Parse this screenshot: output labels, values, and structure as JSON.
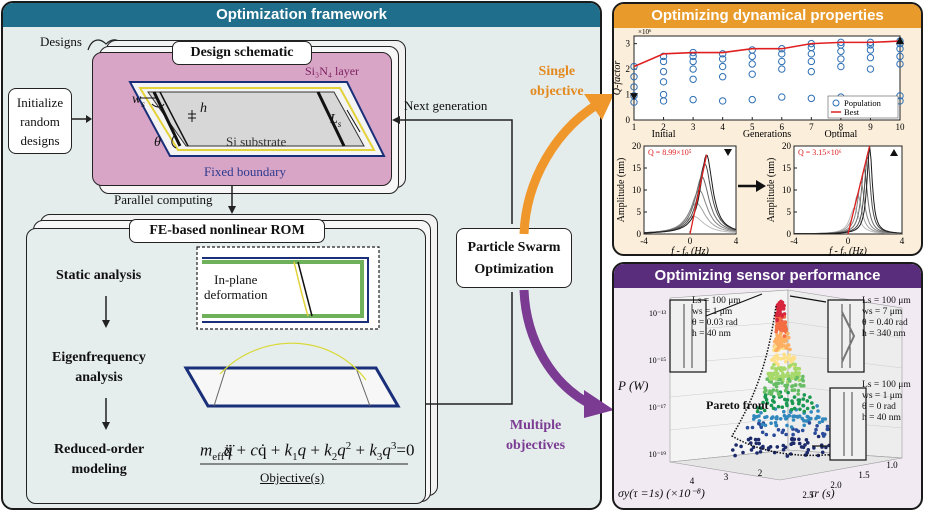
{
  "framework": {
    "title": "Optimization framework",
    "designs_label": "Designs",
    "init_box": [
      "Initialize",
      "random",
      "designs"
    ],
    "design_schematic": {
      "title": "Design schematic",
      "layer_label": "Si₃N₄ layer",
      "substrate_label": "Si substrate",
      "boundary_label": "Fixed boundary",
      "ws_label": "w",
      "ws_sub": "s",
      "h_label": "h",
      "ls_label": "L",
      "ls_sub": "s",
      "theta_label": "θ"
    },
    "next_generation": "Next generation",
    "parallel_computing": "Parallel computing",
    "rom": {
      "title": "FE-based nonlinear ROM",
      "step1": "Static analysis",
      "step2_line1": "Eigenfrequency",
      "step2_line2": "analysis",
      "step3_line1": "Reduced-order",
      "step3_line2": "modeling",
      "deformation_line1": "In-plane",
      "deformation_line2": "deformation",
      "objective_label": "Objective(s)"
    },
    "pso_line1": "Particle Swarm",
    "pso_line2": "Optimization",
    "single_line1": "Single",
    "single_line2": "objective",
    "multiple_line1": "Multiple",
    "multiple_line2": "objectives"
  },
  "dynamics": {
    "title": "Optimizing dynamical properties",
    "legend_population": "Population",
    "legend_best": "Best",
    "axis_note_initial": "Initial",
    "axis_note_optimal": "Optimal",
    "xlabel": "Generations",
    "ylabel": "Q-factor",
    "yscale": "×10⁶",
    "amp_ylabel": "Amplitude (nm)",
    "amp_xlabel": "f - f₀ (Hz)",
    "q_initial": "Q = 8.99×10⁵",
    "q_optimal": "Q = 3.15×10⁶"
  },
  "sensor": {
    "title": "Optimizing sensor performance",
    "ylabel": "P (W)",
    "xlabel": "σy(τ =1s) (×10⁻⁸)",
    "zlabel": "τr (s)",
    "pareto_label": "Pareto front",
    "design_a": [
      "Ls = 100 μm",
      "ws = 1 μm",
      "θ = 0.03 rad",
      "h = 40 nm"
    ],
    "design_b": [
      "Ls = 100 μm",
      "ws = 7 μm",
      "θ = 0.40 rad",
      "h = 340 nm"
    ],
    "design_c": [
      "Ls = 100 μm",
      "ws = 1 μm",
      "θ = 0 rad",
      "h = 40 nm"
    ],
    "yticks": [
      "10⁻¹³",
      "10⁻¹⁵",
      "10⁻¹⁷",
      "10⁻¹⁹"
    ],
    "xticks": [
      "4",
      "3",
      "2"
    ],
    "zticks": [
      "2.5",
      "2.0",
      "1.5",
      "1.0"
    ]
  },
  "chart_data": [
    {
      "type": "scatter",
      "title": "",
      "xlabel": "Generations",
      "ylabel": "Q-factor (×10⁶)",
      "xlim": [
        1,
        10
      ],
      "ylim": [
        0,
        3.3
      ],
      "x": [
        1,
        2,
        3,
        4,
        5,
        6,
        7,
        8,
        9,
        10
      ],
      "series": [
        {
          "name": "Population",
          "points": [
            [
              1,
              0.7
            ],
            [
              1,
              0.95
            ],
            [
              1,
              1.3
            ],
            [
              1,
              1.7
            ],
            [
              1,
              2.1
            ],
            [
              2,
              0.75
            ],
            [
              2,
              1.0
            ],
            [
              2,
              1.5
            ],
            [
              2,
              1.9
            ],
            [
              2,
              2.3
            ],
            [
              2,
              2.5
            ],
            [
              3,
              0.8
            ],
            [
              3,
              1.6
            ],
            [
              3,
              2.0
            ],
            [
              3,
              2.3
            ],
            [
              3,
              2.5
            ],
            [
              3,
              2.65
            ],
            [
              4,
              0.75
            ],
            [
              4,
              1.7
            ],
            [
              4,
              2.1
            ],
            [
              4,
              2.4
            ],
            [
              4,
              2.6
            ],
            [
              5,
              0.8
            ],
            [
              5,
              1.8
            ],
            [
              5,
              2.2
            ],
            [
              5,
              2.5
            ],
            [
              5,
              2.75
            ],
            [
              6,
              0.9
            ],
            [
              6,
              2.0
            ],
            [
              6,
              2.3
            ],
            [
              6,
              2.6
            ],
            [
              6,
              2.8
            ],
            [
              7,
              0.85
            ],
            [
              7,
              1.9
            ],
            [
              7,
              2.3
            ],
            [
              7,
              2.6
            ],
            [
              7,
              2.85
            ],
            [
              7,
              3.0
            ],
            [
              8,
              0.9
            ],
            [
              8,
              2.1
            ],
            [
              8,
              2.4
            ],
            [
              8,
              2.7
            ],
            [
              8,
              2.95
            ],
            [
              8,
              3.05
            ],
            [
              9,
              0.8
            ],
            [
              9,
              2.0
            ],
            [
              9,
              2.45
            ],
            [
              9,
              2.75
            ],
            [
              9,
              2.95
            ],
            [
              9,
              3.05
            ],
            [
              10,
              0.75
            ],
            [
              10,
              0.95
            ],
            [
              10,
              2.2
            ],
            [
              10,
              2.5
            ],
            [
              10,
              2.8
            ],
            [
              10,
              3.0
            ],
            [
              10,
              3.1
            ]
          ]
        },
        {
          "name": "Best",
          "values": [
            2.1,
            2.6,
            2.65,
            2.65,
            2.8,
            2.8,
            3.0,
            3.05,
            3.05,
            3.1
          ]
        }
      ],
      "xticks": [
        1,
        2,
        3,
        4,
        5,
        6,
        7,
        8,
        9,
        10
      ],
      "yticks": [
        0,
        1,
        2,
        3
      ]
    },
    {
      "type": "line",
      "title": "Q = 8.99×10⁵",
      "xlabel": "f - f₀ (Hz)",
      "ylabel": "Amplitude (nm)",
      "xlim": [
        -4,
        4
      ],
      "ylim": [
        0,
        20
      ],
      "xticks": [
        -4,
        0,
        4
      ],
      "yticks": [
        0,
        5,
        10,
        15,
        20
      ],
      "peak_amplitudes": [
        4,
        7,
        10,
        13,
        16,
        18
      ]
    },
    {
      "type": "line",
      "title": "Q = 3.15×10⁶",
      "xlabel": "f - f₀ (Hz)",
      "ylabel": "Amplitude (nm)",
      "xlim": [
        -4,
        4
      ],
      "ylim": [
        0,
        20
      ],
      "xticks": [
        -4,
        0,
        4
      ],
      "yticks": [
        0,
        5,
        10,
        15,
        20
      ],
      "peak_amplitudes": [
        6,
        9,
        12,
        15,
        18,
        20
      ]
    }
  ],
  "colors": {
    "framework_header": "#1f6e8c",
    "framework_bg": "#e4ecec",
    "dynamics_header": "#e89a2a",
    "dynamics_bg": "#fbeeda",
    "sensor_header": "#5a2d7c",
    "sensor_bg": "#f1eaf3",
    "design_pink": "#d9a5c6",
    "arrow_orange": "#f0972b",
    "arrow_purple": "#7b3b93",
    "best_line": "#e02020",
    "population": "#2e6fb4"
  }
}
